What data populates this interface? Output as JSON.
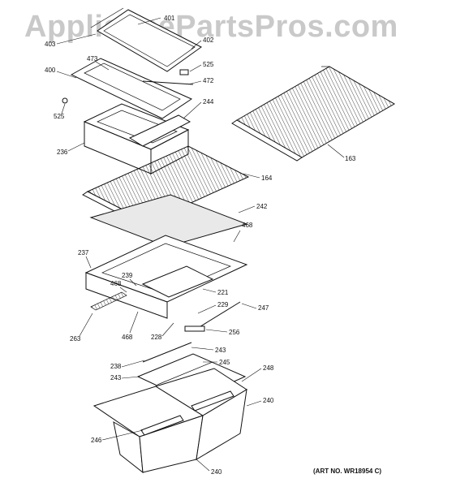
{
  "watermark": "AppliancePartsPros.com",
  "art_number": "(ART NO. WR18954 C)",
  "callouts": [
    "401",
    "403",
    "402",
    "473",
    "525",
    "400",
    "472",
    "244",
    "525",
    "236",
    "163",
    "164",
    "242",
    "468",
    "237",
    "239",
    "468",
    "221",
    "247",
    "229",
    "263",
    "468",
    "228",
    "256",
    "243",
    "238",
    "245",
    "248",
    "243",
    "240",
    "246",
    "240"
  ]
}
